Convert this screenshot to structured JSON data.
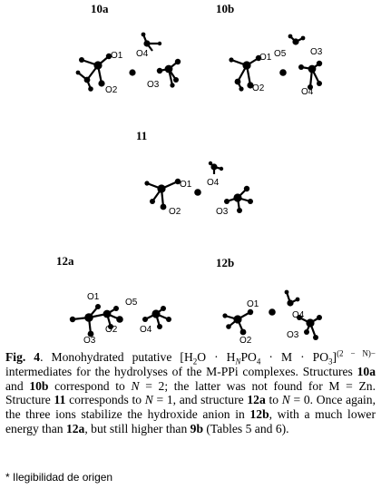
{
  "structures": [
    {
      "id": "10a",
      "atoms": [
        "O1",
        "O2",
        "O4",
        "O3"
      ]
    },
    {
      "id": "10b",
      "atoms": [
        "O1",
        "O5",
        "O2",
        "O3",
        "O4"
      ]
    },
    {
      "id": "11",
      "atoms": [
        "O1",
        "O4",
        "O2",
        "O3"
      ]
    },
    {
      "id": "12a",
      "atoms": [
        "O1",
        "O5",
        "O2",
        "O3",
        "O4"
      ]
    },
    {
      "id": "12b",
      "atoms": [
        "O1",
        "O4",
        "O2",
        "O3"
      ]
    }
  ],
  "caption": {
    "label": "Fig. 4",
    "p1": ". Monohydrated putative [H",
    "p2": "O · H",
    "p3": "PO",
    "p4": " · M · PO",
    "p5": "]",
    "p6": " intermediates for the hydrolyses of the M-PPi complexes. Structures ",
    "s10a": "10a",
    "p7": " and ",
    "s10b": "10b",
    "p8": " correspond to ",
    "n": "N",
    "p9": " = 2; the latter was not found for M = Zn. Structure ",
    "s11": "11",
    "p10": " corresponds to ",
    "p11": " = 1, and structure ",
    "s12a": "12a",
    "p12": " to ",
    "p13": " = 0. Once again, the three ions stabilize the hydroxide anion in ",
    "s12b": "12b",
    "p14": ", with a much lower energy than ",
    "s12a2": "12a",
    "p15": ", but still higher than ",
    "s9b": "9b",
    "p16": " (Tables 5 and 6).",
    "sub2": "2",
    "subN": "N",
    "sub4": "4",
    "sub3": "3",
    "charge": "(2 − N)−"
  },
  "note": "* Ilegibilidad de origen"
}
